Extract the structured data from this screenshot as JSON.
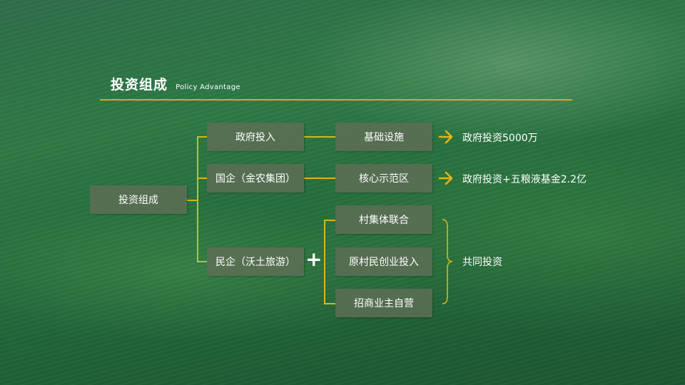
{
  "slide": {
    "title": "投资组成",
    "subtitle": "Policy  Advantage",
    "accent_color": "#d4b81c",
    "box_color": "#5f6e55"
  },
  "diagram": {
    "root": {
      "label": "投资组成"
    },
    "level1": [
      {
        "label": "政府投入"
      },
      {
        "label": "国企（金农集团）"
      },
      {
        "label": "民企（沃土旅游）"
      }
    ],
    "level2": [
      {
        "label": "基础设施",
        "parent": "政府投入"
      },
      {
        "label": "核心示范区",
        "parent": "国企（金农集团）"
      },
      {
        "label": "村集体联合",
        "parent": "民企（沃土旅游）"
      },
      {
        "label": "原村民创业投入",
        "parent": "民企（沃土旅游）"
      },
      {
        "label": "招商业主自营",
        "parent": "民企（沃土旅游）"
      }
    ],
    "plus_symbol": "+",
    "outcomes": [
      {
        "icon": "arrow-right-icon",
        "text": "政府投资5000万"
      },
      {
        "icon": "arrow-right-icon",
        "text": "政府投资+五粮液基金2.2亿"
      }
    ],
    "brace_label": "共同投资"
  }
}
